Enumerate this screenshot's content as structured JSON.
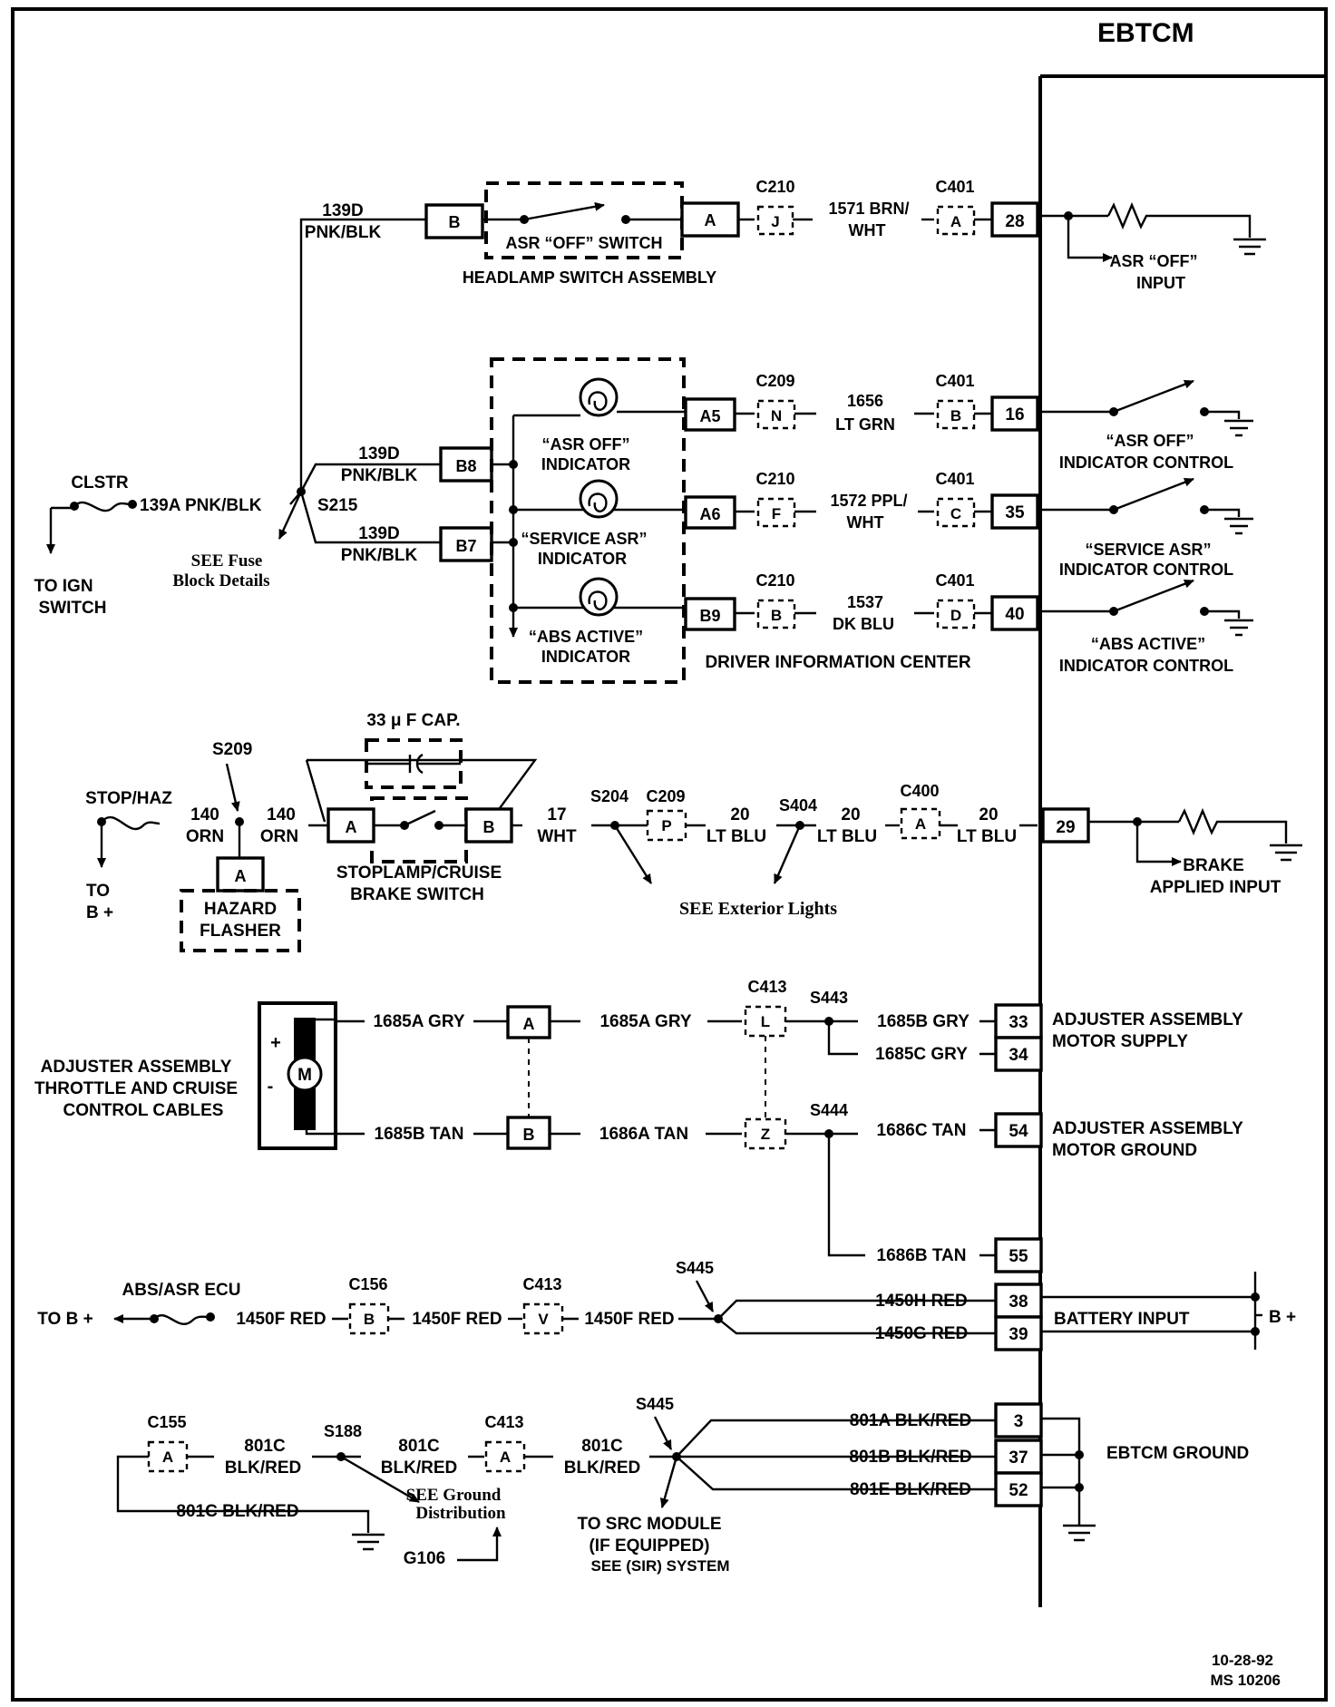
{
  "title": "EBTCM",
  "footer": {
    "date": "10-28-92",
    "ref": "MS 10206"
  },
  "headlamp": {
    "wire_top": "139D",
    "wire_bot": "PNK/BLK",
    "conn_b": "B",
    "conn_a": "A",
    "switch_label": "ASR “OFF” SWITCH",
    "assembly_label": "HEADLAMP SWITCH ASSEMBLY",
    "c210": "C210",
    "c210_pin": "J",
    "circuit_top": "1571 BRN/",
    "circuit_bot": "WHT",
    "c401": "C401",
    "c401_pin": "A",
    "pin": "28",
    "input_l1": "ASR “OFF”",
    "input_l2": "INPUT"
  },
  "clstr": {
    "fuse_label": "CLSTR",
    "wire": "139A PNK/BLK",
    "splice": "S215",
    "see_l1": "SEE Fuse",
    "see_l2": "Block Details",
    "to_l1": "TO IGN",
    "to_l2": "SWITCH"
  },
  "dic": {
    "b8_wire_top": "139D",
    "b8_wire_bot": "PNK/BLK",
    "b8": "B8",
    "b7_wire_top": "139D",
    "b7_wire_bot": "PNK/BLK",
    "b7": "B7",
    "ind1_l1": "“ASR OFF”",
    "ind1_l2": "INDICATOR",
    "ind2_l1": "“SERVICE ASR”",
    "ind2_l2": "INDICATOR",
    "ind3_l1": "“ABS ACTIVE”",
    "ind3_l2": "INDICATOR",
    "label": "DRIVER INFORMATION CENTER",
    "rows": [
      {
        "conn": "A5",
        "c_label": "C209",
        "c_pin": "N",
        "w1": "1656",
        "w2": "LT GRN",
        "c2_label": "C401",
        "c2_pin": "B",
        "pin": "16",
        "ctl1": "“ASR OFF”",
        "ctl2": "INDICATOR CONTROL"
      },
      {
        "conn": "A6",
        "c_label": "C210",
        "c_pin": "F",
        "w1": "1572 PPL/",
        "w2": "WHT",
        "c2_label": "C401",
        "c2_pin": "C",
        "pin": "35",
        "ctl1": "“SERVICE ASR”",
        "ctl2": "INDICATOR CONTROL"
      },
      {
        "conn": "B9",
        "c_label": "C210",
        "c_pin": "B",
        "w1": "1537",
        "w2": "DK BLU",
        "c2_label": "C401",
        "c2_pin": "D",
        "pin": "40",
        "ctl1": "“ABS ACTIVE”",
        "ctl2": "INDICATOR CONTROL"
      }
    ]
  },
  "brake": {
    "cap": "33 μ F CAP.",
    "s209": "S209",
    "stop": "STOP/HAZ",
    "to_l1": "TO",
    "to_l2": "B +",
    "w140a_1": "140",
    "w140a_2": "ORN",
    "w140b_1": "140",
    "w140b_2": "ORN",
    "flasher_pin": "A",
    "flasher_l1": "HAZARD",
    "flasher_l2": "FLASHER",
    "conn_a": "A",
    "conn_b": "B",
    "switch_l1": "STOPLAMP/CRUISE",
    "switch_l2": "BRAKE SWITCH",
    "w17_1": "17",
    "w17_2": "WHT",
    "s204": "S204",
    "c209": "C209",
    "c209_pin": "P",
    "w20a_1": "20",
    "w20a_2": "LT BLU",
    "s404": "S404",
    "w20b_1": "20",
    "w20b_2": "LT BLU",
    "c400": "C400",
    "c400_pin": "A",
    "w20c_1": "20",
    "w20c_2": "LT BLU",
    "pin": "29",
    "see": "SEE Exterior Lights",
    "input_l1": "BRAKE",
    "input_l2": "APPLIED  INPUT"
  },
  "adjuster": {
    "label_l1": "ADJUSTER ASSEMBLY",
    "label_l2": "THROTTLE AND CRUISE",
    "label_l3": "CONTROL CABLES",
    "plus": "+",
    "minus": "-",
    "motor": "M",
    "w_gry_l": "1685A GRY",
    "conn_a": "A",
    "w_gry_r": "1685A GRY",
    "c413": "C413",
    "c413_l": "L",
    "s443": "S443",
    "w_1685b": "1685B GRY",
    "pin33": "33",
    "w_1685c": "1685C GRY",
    "pin34": "34",
    "supply_l1": "ADJUSTER ASSEMBLY",
    "supply_l2": "MOTOR SUPPLY",
    "w_tan_l": "1685B TAN",
    "conn_b": "B",
    "w_tan_r": "1686A TAN",
    "c413_z": "Z",
    "s444": "S444",
    "w_1686c": "1686C TAN",
    "pin54": "54",
    "ground_l1": "ADJUSTER ASSEMBLY",
    "ground_l2": "MOTOR GROUND",
    "w_1686b": "1686B TAN",
    "pin55": "55"
  },
  "battery": {
    "ecu": "ABS/ASR ECU",
    "to": "TO B +",
    "w1": "1450F RED",
    "c156": "C156",
    "c156_pin": "B",
    "w2": "1450F RED",
    "c413": "C413",
    "c413_pin": "V",
    "w3": "1450F RED",
    "s445": "S445",
    "w_h": "1450H RED",
    "pin38": "38",
    "w_g": "1450G RED",
    "pin39": "39",
    "label": "BATTERY INPUT",
    "bplus": "B +"
  },
  "ground": {
    "c155": "C155",
    "c155_pin": "A",
    "w1_1": "801C",
    "w1_2": "BLK/RED",
    "s188": "S188",
    "w2_1": "801C",
    "w2_2": "BLK/RED",
    "c413": "C413",
    "c413_pin": "A",
    "w3_1": "801C",
    "w3_2": "BLK/RED",
    "s445": "S445",
    "w_801a": "801A BLK/RED",
    "pin3": "3",
    "w_801b": "801B BLK/RED",
    "pin37": "37",
    "w_801e": "801E BLK/RED",
    "pin52": "52",
    "label": "EBTCM GROUND",
    "w_bottom": "801C BLK/RED",
    "see_l1": "SEE Ground",
    "see_l2": "Distribution",
    "g106": "G106",
    "src_l1": "TO SRC MODULE",
    "src_l2": "(IF EQUIPPED)",
    "src_l3": "SEE (SIR) SYSTEM"
  }
}
